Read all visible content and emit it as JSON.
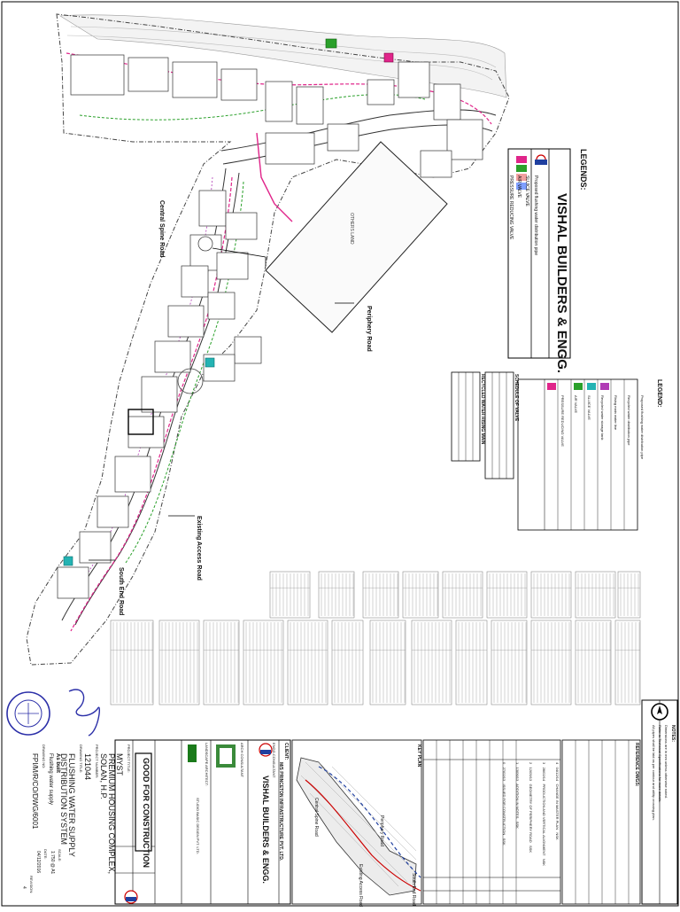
{
  "drawing": {
    "road_labels": {
      "central_spine": "Central Spine Road",
      "periphery": "Periphery Road",
      "existing_access": "Existing Access Road",
      "south_end": "South End Road"
    },
    "site_note": "OTHERS LAND"
  },
  "legend_main": {
    "heading": "LEGENDS:",
    "brand": "VISHAL BUILDERS & ENGG.",
    "items": [
      "Proposed flushing water distribution pipe",
      "SLUICE VALVE",
      "AIR VALVE",
      "PRESSURE REDUCING VALVE"
    ]
  },
  "legend_secondary": {
    "heading": "LEGEND:",
    "items": [
      "Proposed flushing water distribution pipe",
      "Recycled water distribution pipe",
      "Rising main water line",
      "Recycled water storage tank",
      "SLUICE VALVE",
      "AIR VALVE",
      "PRESSURE REDUCING VALVE"
    ],
    "schedule_title": "SCHEDULE OF VALVE",
    "rising_main_title": "RECYCLED WATER RISING MAIN"
  },
  "notes": {
    "heading": "NOTES:",
    "ref_heading": "REFERENCE DWGS:",
    "items": [
      "Dimensions are in mm unless otherwise noted.",
      "Refer to Technical Specifications for more details.",
      "All pipes shall be laid as per contour and utility crossing plan."
    ]
  },
  "revision_table": {
    "rows": [
      {
        "rev": "4",
        "date": "04/12/14",
        "desc": "CHANGE IN MASTER PLAN",
        "by": "NSK"
      },
      {
        "rev": "3",
        "date": "28/02/14",
        "desc": "PRODUCTION AND VERTICAL ALIGNMENT",
        "by": "NSK"
      },
      {
        "rev": "2",
        "date": "12/09/13",
        "desc": "GEOMETRY OF PERIPHERY ROAD",
        "by": "SSK"
      },
      {
        "rev": "1",
        "date": "13/06/13",
        "desc": "ADDITION IN NOTES",
        "by": "SSK"
      },
      {
        "rev": "0",
        "date": "27/02/13",
        "desc": "ISSUED FOR CONSTRUCTION",
        "by": "SSK"
      }
    ]
  },
  "key_plan": {
    "label": "KEY PLAN",
    "roads": [
      "Central Spine Road",
      "Periphery Road",
      "Existing Access Road",
      "South End Road"
    ]
  },
  "title_block": {
    "client_label": "CLIENT:",
    "client_name": "M/S PRINCETON INFRASTRUCTURE PVT. LTD.",
    "engineer_label": "ENGG.CONSULTANT",
    "engineer_name": "VISHAL BUILDERS & ENGG.",
    "architect_label": "ARCH CONSULTANT",
    "landscape_label": "LANDSCAPE ARCHITECT:",
    "landscape_name": "STUDIO BASIC DESIGN PVT. LTD.",
    "stamp": "GOOD FOR CONSTRUCTION",
    "project_title_label": "PROJECT TITLE:",
    "project_title": [
      "MYST",
      "PREMIUM HOUSING COMPLEX,",
      "SOLAN, H.P."
    ],
    "project_number_label": "PROJECT NUMBER:",
    "project_number": "121044",
    "drawing_title_label": "DRAWING TITLE:",
    "drawing_title": [
      "FLUSHING WATER SUPPLY",
      "DISTRIBUTION SYSTEM"
    ],
    "drawing_subtitle": "As built",
    "drawing_subtitle2": "Flushing water supply",
    "scale_label": "SCALE:",
    "scale_value": "1:750 @ A1",
    "date_label": "DATE:",
    "date_value": "04/12/2016",
    "drawing_no_label": "DRAWING NO:",
    "drawing_no": "FPI/M/R/CO/DWG/6001",
    "revision_label": "REVISION:",
    "revision_value": "4"
  }
}
